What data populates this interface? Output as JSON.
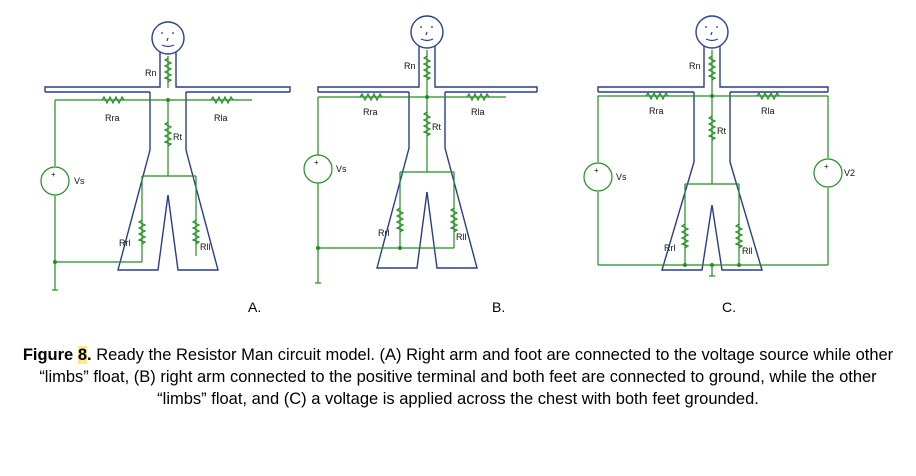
{
  "panels": [
    {
      "letter": "A.",
      "labels": {
        "rn": "Rn",
        "rra": "Rra",
        "rla": "Rla",
        "rt": "Rt",
        "rrl": "Rrl",
        "rll": "Rll",
        "vs": "Vs"
      },
      "plus": "+"
    },
    {
      "letter": "B.",
      "labels": {
        "rn": "Rn",
        "rra": "Rra",
        "rla": "Rla",
        "rt": "Rt",
        "rrl": "Rrl",
        "rll": "Rll",
        "vs": "Vs"
      },
      "plus": "+"
    },
    {
      "letter": "C.",
      "labels": {
        "rn": "Rn",
        "rra": "Rra",
        "rla": "Rla",
        "rt": "Rt",
        "rrl": "Rrl",
        "rll": "Rll",
        "vs": "Vs",
        "v2": "V2"
      },
      "plus": "+"
    }
  ],
  "caption": {
    "prefix": "Figure ",
    "number": "8",
    "suffix": ".",
    "text": " Ready the Resistor Man circuit model. (A) Right arm and foot are connected to the voltage source while other “limbs” float, (B) right arm connected to the positive terminal and both feet are connected to ground, while the other “limbs” float, and (C) a voltage is applied across the chest with both feet grounded."
  }
}
